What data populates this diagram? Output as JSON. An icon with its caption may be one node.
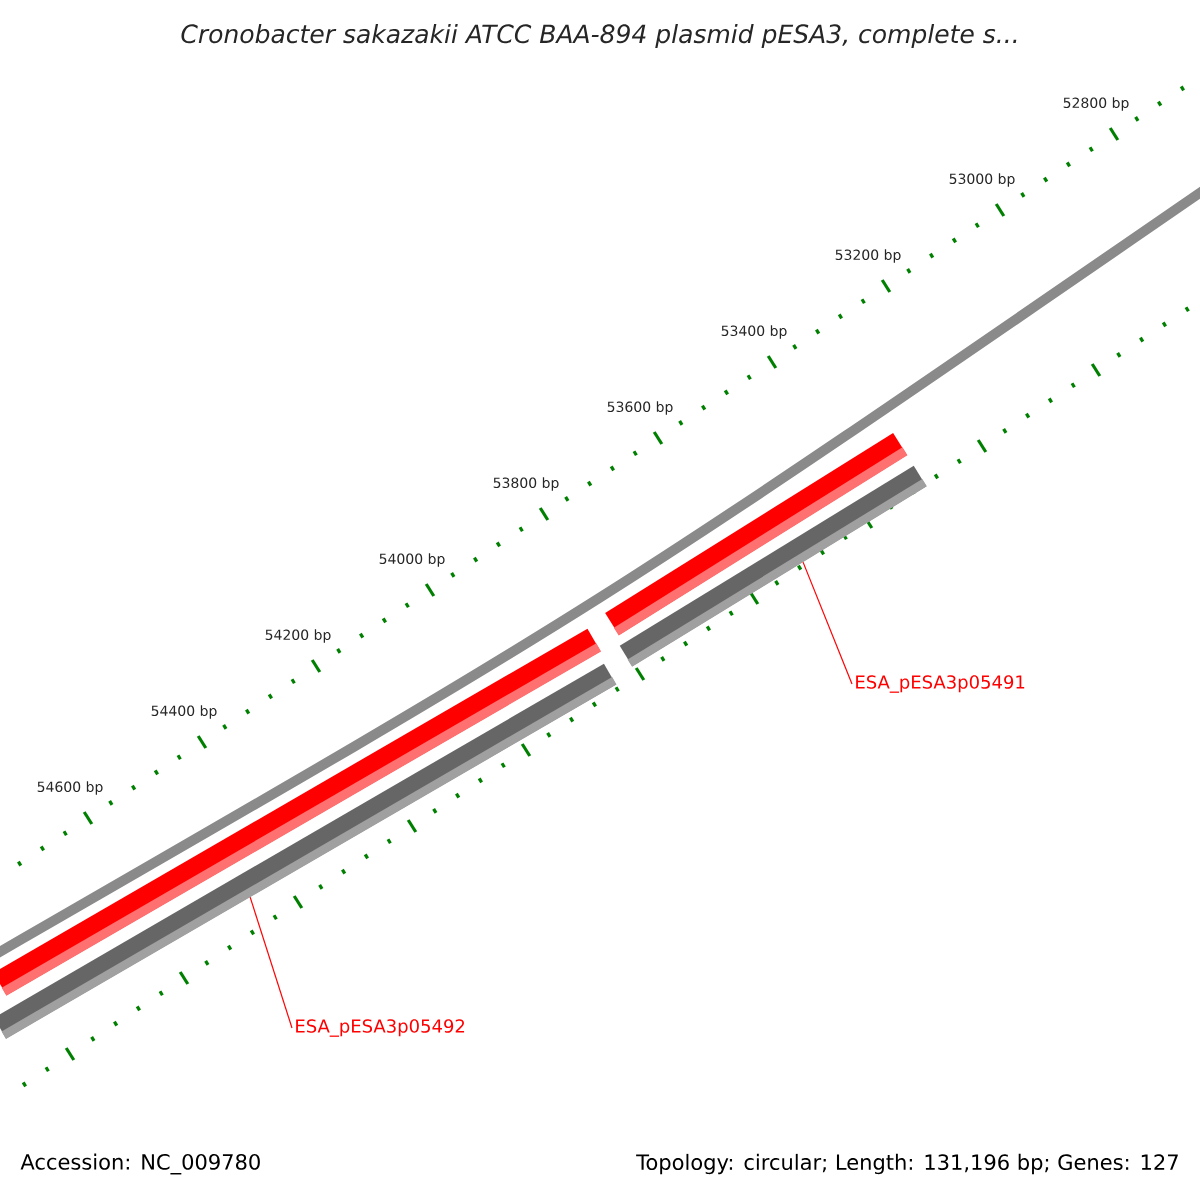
{
  "diagram": {
    "title": "Cronobacter sakazakii ATCC BAA-894 plasmid pESA3, complete s...",
    "nodes": [
      {
        "text": [],
        "shape": "bar"
      },
      {
        "text": [],
        "shape": "bar"
      },
      {
        "text": [],
        "shape": "bar"
      },
      {
        "text": [],
        "shape": "bar"
      },
      {
        "text": [
          "ESA_pESA3p05491"
        ]
      },
      {
        "text": [
          "ESA_pESA3p05492"
        ]
      }
    ],
    "edges": [
      {
        "from": 4,
        "to": 1,
        "arrow": "none"
      },
      {
        "from": 5,
        "to": 3,
        "arrow": "none"
      }
    ],
    "labels": [
      "52800 bp",
      "53000 bp",
      "53200 bp",
      "53400 bp",
      "53600 bp",
      "53800 bp",
      "54000 bp",
      "54200 bp",
      "54400 bp",
      "54600 bp",
      "Accession: NC_009780",
      "Topology: circular; Length: 131,196 bp; Genes: 127"
    ]
  }
}
